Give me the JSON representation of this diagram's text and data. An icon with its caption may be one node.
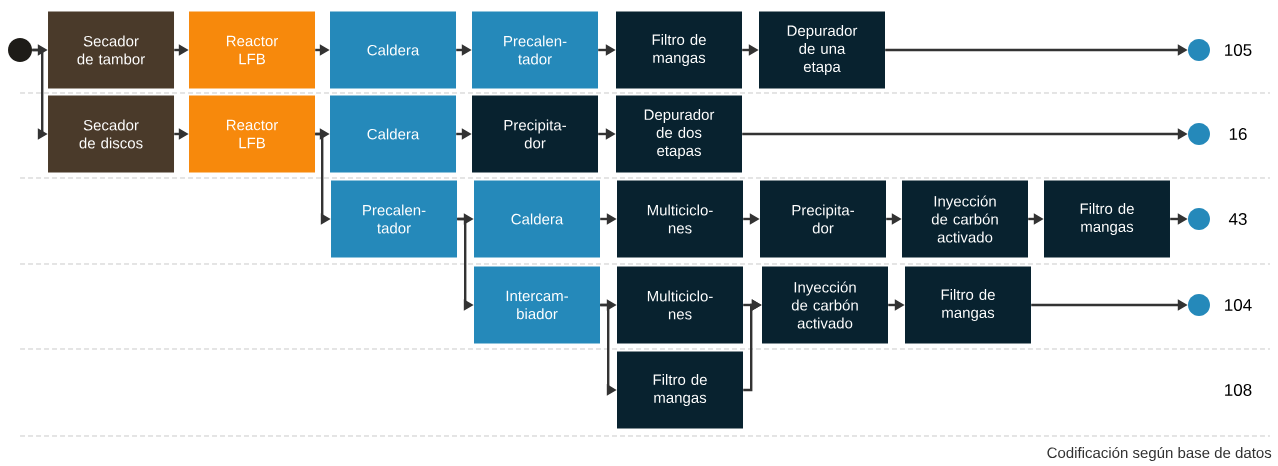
{
  "diagram": {
    "nodes": [
      {
        "text": [],
        "shape": "circle"
      },
      {
        "text": [
          "Secador de tambor"
        ]
      },
      {
        "text": [
          "Reactor LFB"
        ]
      },
      {
        "text": [
          "Caldera"
        ]
      },
      {
        "text": [
          "Precalen- tador"
        ]
      },
      {
        "text": [
          "Filtro de mangas"
        ]
      },
      {
        "text": [
          "Depurador de una etapa"
        ]
      },
      {
        "text": [],
        "shape": "circle",
        "beside": [
          "105"
        ]
      },
      {
        "text": [
          "Secador de discos"
        ]
      },
      {
        "text": [
          "Reactor LFB"
        ]
      },
      {
        "text": [
          "Caldera"
        ]
      },
      {
        "text": [
          "Precipita- dor"
        ]
      },
      {
        "text": [
          "Depurador de dos etapas"
        ]
      },
      {
        "text": [],
        "shape": "circle",
        "beside": [
          "16"
        ]
      },
      {
        "text": [
          "Precalen- tador"
        ]
      },
      {
        "text": [
          "Caldera"
        ]
      },
      {
        "text": [
          "Multiciclo- nes"
        ]
      },
      {
        "text": [
          "Precipita- dor"
        ]
      },
      {
        "text": [
          "Inyección de carbón activado"
        ]
      },
      {
        "text": [
          "Filtro de mangas"
        ]
      },
      {
        "text": [],
        "shape": "circle",
        "beside": [
          "43"
        ]
      },
      {
        "text": [
          "Intercam- biador"
        ]
      },
      {
        "text": [
          "Multiciclo- nes"
        ]
      },
      {
        "text": [
          "Inyección de carbón activado"
        ]
      },
      {
        "text": [
          "Filtro de mangas"
        ]
      },
      {
        "text": [],
        "shape": "circle",
        "beside": [
          "104"
        ]
      },
      {
        "text": [
          "Filtro de mangas"
        ]
      }
    ],
    "edges": [
      {
        "from": 0,
        "to": 1,
        "arrow": "to"
      },
      {
        "from": 0,
        "to": 8,
        "arrow": "to"
      },
      {
        "from": 1,
        "to": 2,
        "arrow": "to"
      },
      {
        "from": 2,
        "to": 3,
        "arrow": "to"
      },
      {
        "from": 3,
        "to": 4,
        "arrow": "to"
      },
      {
        "from": 4,
        "to": 5,
        "arrow": "to"
      },
      {
        "from": 5,
        "to": 6,
        "arrow": "to"
      },
      {
        "from": 6,
        "to": 7,
        "arrow": "to"
      },
      {
        "from": 8,
        "to": 9,
        "arrow": "to"
      },
      {
        "from": 9,
        "to": 10,
        "arrow": "to"
      },
      {
        "from": 10,
        "to": 11,
        "arrow": "to"
      },
      {
        "from": 11,
        "to": 12,
        "arrow": "to"
      },
      {
        "from": 12,
        "to": 13,
        "arrow": "to"
      },
      {
        "from": 9,
        "to": 14,
        "arrow": "to"
      },
      {
        "from": 14,
        "to": 15,
        "arrow": "to"
      },
      {
        "from": 14,
        "to": 21,
        "arrow": "to"
      },
      {
        "from": 15,
        "to": 16,
        "arrow": "to"
      },
      {
        "from": 16,
        "to": 17,
        "arrow": "to"
      },
      {
        "from": 17,
        "to": 18,
        "arrow": "to"
      },
      {
        "from": 18,
        "to": 19,
        "arrow": "to"
      },
      {
        "from": 19,
        "to": 20,
        "arrow": "to"
      },
      {
        "from": 21,
        "to": 22,
        "arrow": "to"
      },
      {
        "from": 21,
        "to": 26,
        "arrow": "to"
      },
      {
        "from": 22,
        "to": 23,
        "arrow": "to"
      },
      {
        "from": 26,
        "to": 23,
        "arrow": "to"
      },
      {
        "from": 23,
        "to": 24,
        "arrow": "to"
      },
      {
        "from": 24,
        "to": 25,
        "arrow": "to"
      }
    ],
    "labels": [
      "108",
      "Codificación según base de datos"
    ]
  }
}
